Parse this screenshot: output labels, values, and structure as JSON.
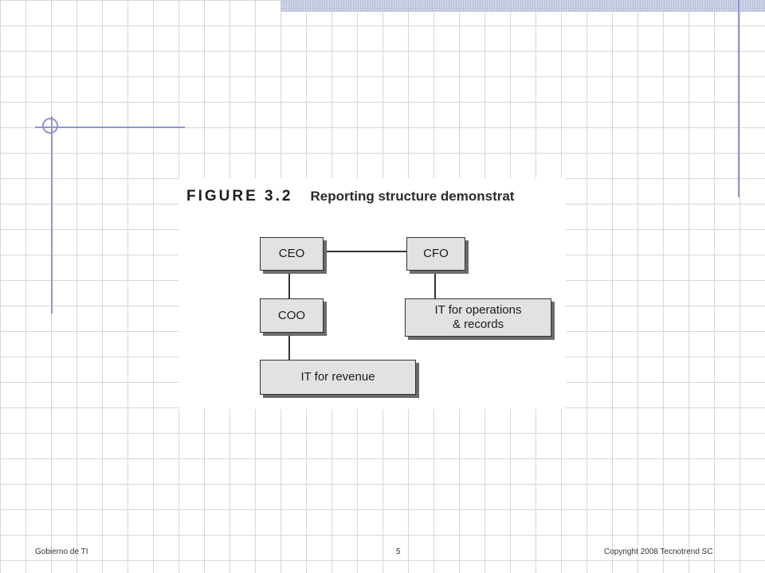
{
  "figure": {
    "label": "FIGURE  3.2",
    "title": "Reporting structure demonstrat",
    "nodes": {
      "ceo": "CEO",
      "cfo": "CFO",
      "coo": "COO",
      "it_ops_line1": "IT for operations",
      "it_ops_line2": "& records",
      "it_revenue": "IT for revenue"
    }
  },
  "footer": {
    "left": "Gobierno de TI",
    "center": "5",
    "right": "Copyright  2008 Tecnotrend SC"
  },
  "colors": {
    "decoration": "#8f97c9",
    "node_fill": "#e2e2e2",
    "node_shadow": "#6a6a6a"
  }
}
